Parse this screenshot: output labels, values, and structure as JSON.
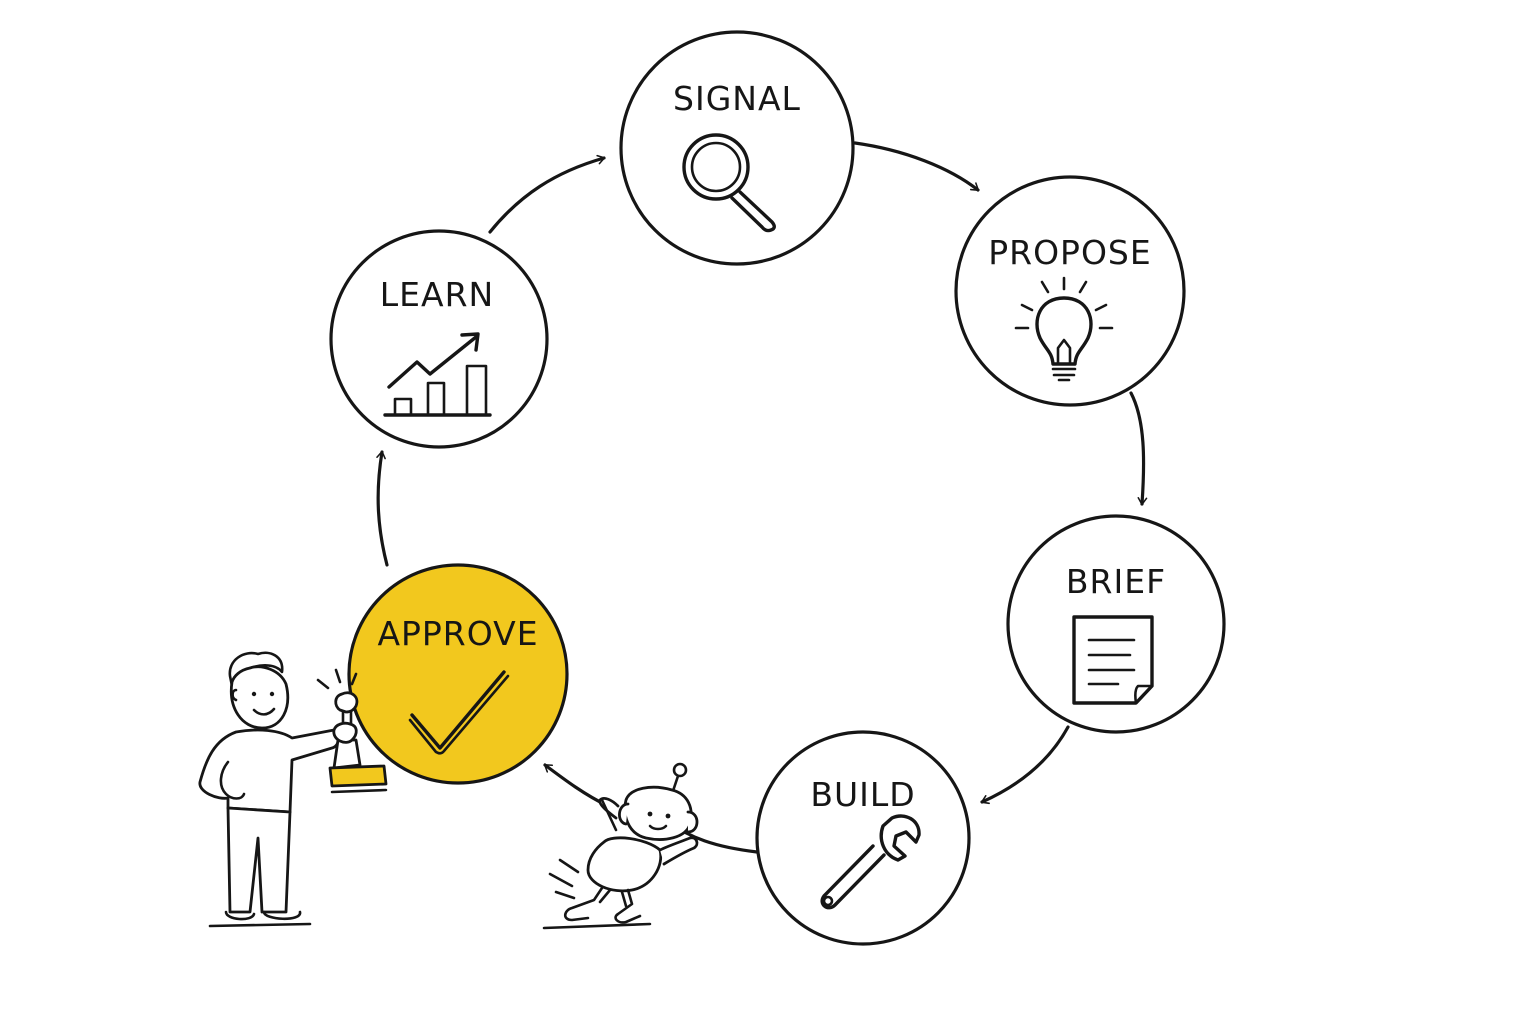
{
  "diagram": {
    "type": "cycle",
    "highlight_color": "#f2c81e",
    "ink_color": "#161616",
    "nodes": [
      {
        "id": "signal",
        "label": "SIGNAL",
        "icon": "magnifying-glass-icon"
      },
      {
        "id": "propose",
        "label": "PROPOSE",
        "icon": "lightbulb-icon"
      },
      {
        "id": "brief",
        "label": "BRIEF",
        "icon": "document-icon"
      },
      {
        "id": "build",
        "label": "BUILD",
        "icon": "wrench-icon"
      },
      {
        "id": "approve",
        "label": "APPROVE",
        "icon": "checkmark-icon",
        "highlighted": true
      },
      {
        "id": "learn",
        "label": "LEARN",
        "icon": "growth-chart-icon"
      }
    ],
    "edges": [
      {
        "from": "signal",
        "to": "propose"
      },
      {
        "from": "propose",
        "to": "brief"
      },
      {
        "from": "brief",
        "to": "build"
      },
      {
        "from": "build",
        "to": "approve"
      },
      {
        "from": "approve",
        "to": "learn"
      },
      {
        "from": "learn",
        "to": "signal"
      }
    ],
    "characters": [
      {
        "id": "person",
        "icon": "person-with-stamp-icon"
      },
      {
        "id": "robot",
        "icon": "robot-pulling-icon"
      }
    ]
  }
}
